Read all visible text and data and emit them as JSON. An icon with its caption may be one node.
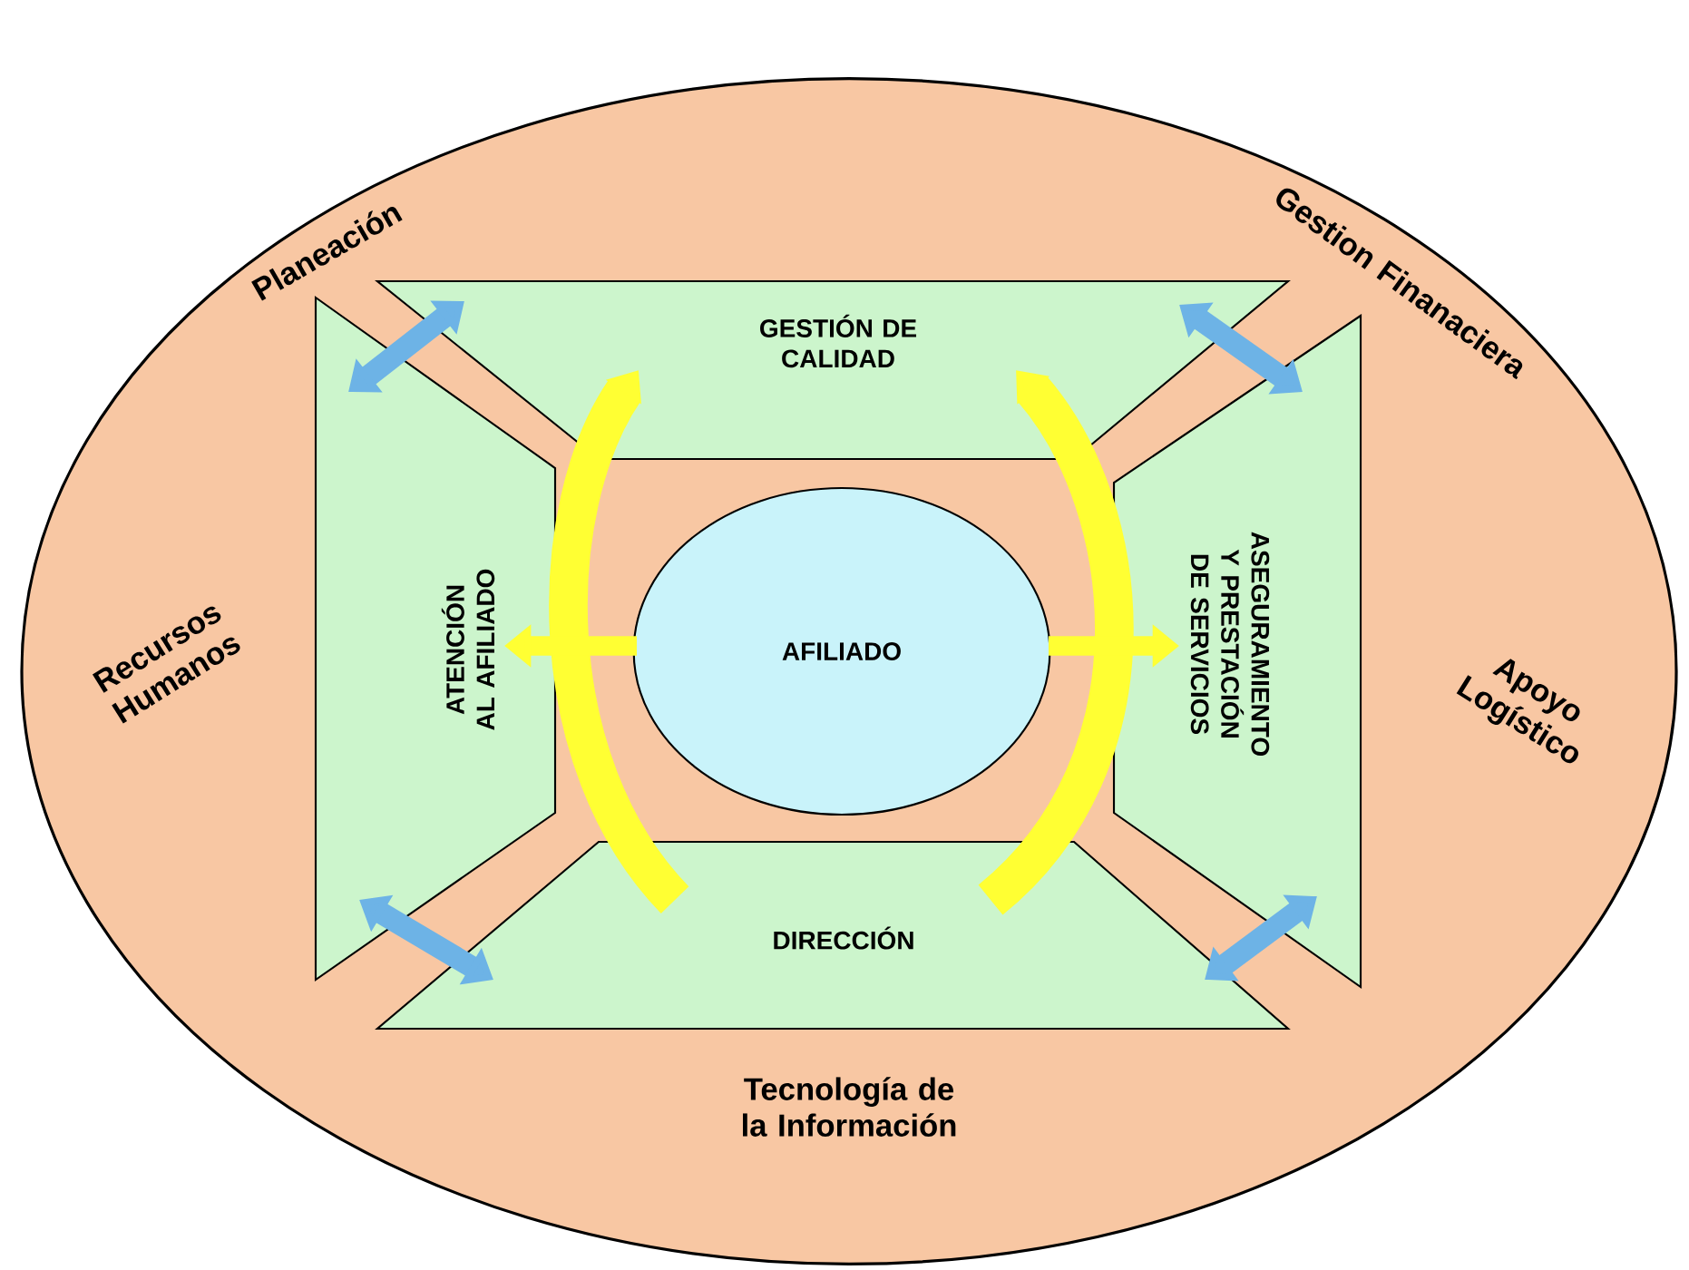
{
  "diagram": {
    "nodes": [
      {
        "text": [
          "Planeación",
          "Gestion Finanaciera",
          "Recursos Humanos",
          "Apoyo Logístico",
          "Tecnología de la Información"
        ]
      },
      {
        "text": [
          "GESTIÓN DE CALIDAD"
        ],
        "in": 0
      },
      {
        "text": [
          "ATENCIÓN AL AFILIADO"
        ],
        "in": 0
      },
      {
        "text": [
          "AFILIADO"
        ],
        "in": 0
      },
      {
        "text": [
          "ASEGURAMIENTO Y PRESTACIÓN DE SERVICIOS"
        ],
        "in": 0
      },
      {
        "text": [
          "DIRECCIÓN"
        ],
        "in": 0
      }
    ],
    "edges": [
      {
        "from": 2,
        "to": 1,
        "arrow": "both",
        "color": "#6db3e6"
      },
      {
        "from": 1,
        "to": 4,
        "arrow": "both",
        "color": "#6db3e6"
      },
      {
        "from": 2,
        "to": 5,
        "arrow": "both",
        "color": "#6db3e6"
      },
      {
        "from": 5,
        "to": 4,
        "arrow": "both",
        "color": "#6db3e6"
      },
      {
        "from": 5,
        "to": 1,
        "arrow": "to",
        "color": "#ffff33"
      },
      {
        "from": 5,
        "to": 1,
        "arrow": "to",
        "color": "#ffff33"
      },
      {
        "from": 3,
        "to": 2,
        "arrow": "to",
        "color": "#ffff33"
      },
      {
        "from": 3,
        "to": 4,
        "arrow": "to",
        "color": "#ffff33"
      }
    ]
  }
}
